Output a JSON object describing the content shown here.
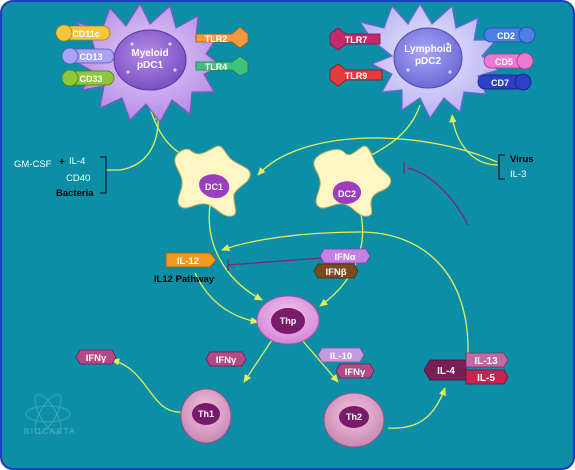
{
  "cells": {
    "myeloid": {
      "line1": "Myeloid",
      "line2": "pDC1"
    },
    "lymphoid": {
      "line1": "Lymphoid",
      "line2": "pDC2"
    },
    "dc1": "DC1",
    "dc2": "DC2",
    "thp": "Thp",
    "th1": "Th1",
    "th2": "Th2"
  },
  "receptors": {
    "myeloid": [
      "CD11c",
      "CD13",
      "CD33",
      "TLR2",
      "TLR4"
    ],
    "lymphoid": [
      "TLR7",
      "TLR9",
      "CD2",
      "CD5",
      "CD7"
    ]
  },
  "stimuli": {
    "left": {
      "gmcsf": "GM-CSF",
      "plus": "+",
      "il4": "IL-4",
      "cd40": "CD40",
      "bacteria": "Bacteria"
    },
    "right": {
      "virus": "Virus",
      "il3": "IL-3"
    }
  },
  "cytokines": {
    "il12": "IL-12",
    "il12_pathway": "IL12 Pathway",
    "ifn_alpha": "IFNα",
    "ifn_beta": "IFNβ",
    "ifn_gamma_thp": "IFNγ",
    "ifn_gamma_far": "IFNγ",
    "il10": "IL-10",
    "ifn_gamma_th2": "IFNγ",
    "il4": "IL-4",
    "il13": "IL-13",
    "il5": "IL-5"
  },
  "watermark": "BIOCARTA",
  "colors": {
    "background": "#0c8fa6",
    "frame": "#1d3dc4",
    "arrow": "#e3ef5a",
    "inhibit": "#7a2a6e",
    "myeloid_cell": "#c9a6ee",
    "lymphoid_cell": "#c9c2f6",
    "dc_cell": "#fff6c4",
    "th_cell": "#e3a6c6"
  }
}
